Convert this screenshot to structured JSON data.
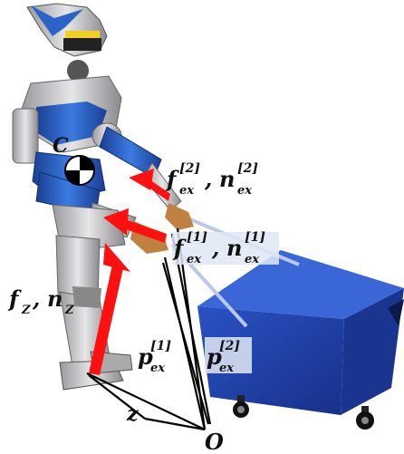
{
  "labels": {
    "com": "C",
    "force_ex2": "f",
    "force_ex2_sub": "ex",
    "force_ex2_sup": "[2]",
    "moment_ex2": "n",
    "moment_ex2_sub": "ex",
    "moment_ex2_sup": "[2]",
    "force_ex1": "f",
    "force_ex1_sub": "ex",
    "force_ex1_sup": "[1]",
    "moment_ex1": "n",
    "moment_ex1_sub": "ex",
    "moment_ex1_sup": "[1]",
    "force_z": "f",
    "force_z_sub": "Z",
    "moment_z": "n",
    "moment_z_sub": "Z",
    "point_ex1": "p",
    "point_ex1_sub": "ex",
    "point_ex1_sup": "[1]",
    "point_ex2": "p",
    "point_ex2_sub": "ex",
    "point_ex2_sup": "[2]",
    "vec_z": "z",
    "origin": "O",
    "comma": ","
  },
  "colors": {
    "robot_blue": "#2c63c9",
    "robot_silver": "#c9c9cc",
    "arrow_red": "#ff1010",
    "cart_blue": "#1f3fa6",
    "vector_line": "#000000"
  }
}
